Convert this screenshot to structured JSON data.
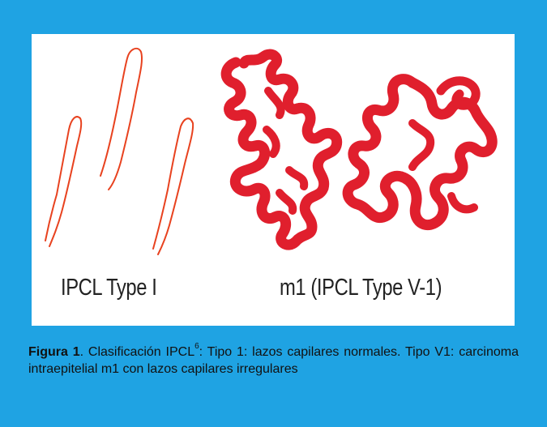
{
  "figure": {
    "label_left": "IPCL Type I",
    "label_right": "m1  (IPCL Type V-1)"
  },
  "caption": {
    "label": "Figura 1",
    "part1": ". Clasificación IPCL",
    "ref": "6",
    "part2": ": Tipo 1: lazos capilares normales. Tipo V1: carcinoma intraepitelial m1 con lazos capilares irregulares"
  },
  "colors": {
    "background": "#1fa3e3",
    "panel": "#ffffff",
    "capillary_normal": "#e8421f",
    "capillary_irregular": "#e01f2d"
  },
  "icons": [
    "normal-capillary-loop-drawing",
    "irregular-capillary-loop-drawing"
  ]
}
